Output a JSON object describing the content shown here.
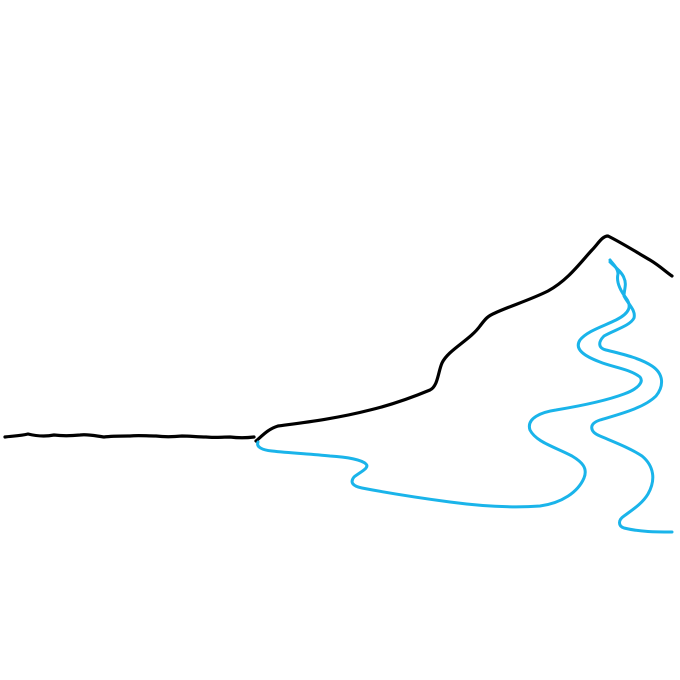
{
  "scene": {
    "subject": "",
    "colors": {
      "background": "#ffffff",
      "outline": "#000000",
      "water": "#1ab4ea"
    },
    "elements": [
      {
        "name": "horizon-line",
        "color_key": "outline"
      },
      {
        "name": "mountain-outline",
        "color_key": "outline"
      },
      {
        "name": "shoreline",
        "color_key": "water"
      },
      {
        "name": "river-left-bank",
        "color_key": "water"
      },
      {
        "name": "river-right-bank",
        "color_key": "water"
      }
    ]
  }
}
